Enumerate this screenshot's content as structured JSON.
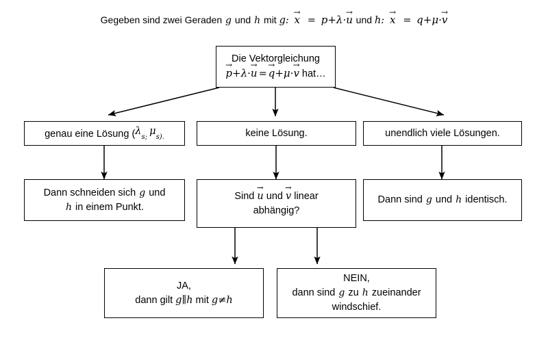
{
  "caption": {
    "prefix": "Gegeben sind zwei Geraden",
    "var_g": "g",
    "mid": "und",
    "var_h": "h",
    "mit": "mit",
    "line_g_label": "g:",
    "line_g_eq_lhs": "x",
    "line_g_eq_rel": "=",
    "line_g_eq_rhs_p": "p",
    "line_g_eq_plus": "+",
    "line_g_eq_lambda": "λ",
    "line_g_eq_dot": "·",
    "line_g_eq_u": "u",
    "und2": "und",
    "line_h_label": "h:",
    "line_h_eq_lhs": "x",
    "line_h_eq_rel": "=",
    "line_h_eq_rhs_q": "q",
    "line_h_eq_plus": "+",
    "line_h_eq_mu": "μ",
    "line_h_eq_dot": "·",
    "line_h_eq_v": "v"
  },
  "nodes": {
    "root": {
      "line1": "Die Vektorgleichung",
      "eq_p": "p",
      "eq_plus1": "+",
      "eq_lambda": "λ",
      "eq_dot1": "·",
      "eq_u": "u",
      "eq_rel": "=",
      "eq_q": "q",
      "eq_plus2": "+",
      "eq_mu": "μ",
      "eq_dot2": "·",
      "eq_v": "v",
      "tail": "hat…"
    },
    "one_solution": {
      "text": "genau eine Lösung (",
      "lambda": "λ",
      "sub_s1": "s",
      "semicolon": ";",
      "mu": "μ",
      "sub_s2": "s",
      "close": ")."
    },
    "no_solution": {
      "text": "keine Lösung."
    },
    "infinite_solutions": {
      "text": "unendlich viele Lösungen."
    },
    "intersect": {
      "line1_a": "Dann schneiden sich",
      "line1_g": "g",
      "line1_b": "und",
      "line2_h": "h",
      "line2_b": "in einem Punkt."
    },
    "linear_question": {
      "line1_a": "Sind",
      "line1_u": "u",
      "line1_b": "und",
      "line1_v": "v",
      "line1_c": "linear",
      "line2": "abhängig?"
    },
    "identical": {
      "text_a": "Dann sind",
      "var_g": "g",
      "text_b": "und",
      "var_h": "h",
      "text_c": "identisch."
    },
    "yes": {
      "line1": "JA,",
      "line2_a": "dann gilt",
      "rel_parallel_g": "g",
      "rel_parallel_sym": "∥",
      "rel_parallel_h": "h",
      "line2_b": "mit",
      "rel_neq_g": "g",
      "rel_neq_sym": "≠",
      "rel_neq_h": "h"
    },
    "no": {
      "line1": "NEIN,",
      "line2_a": "dann sind",
      "var_g": "g",
      "line2_b": "zu",
      "var_h": "h",
      "line2_c": "zueinander",
      "line3": "windschief."
    }
  },
  "colors": {
    "stroke": "#000000",
    "background": "#ffffff",
    "box_border": "#000000"
  }
}
